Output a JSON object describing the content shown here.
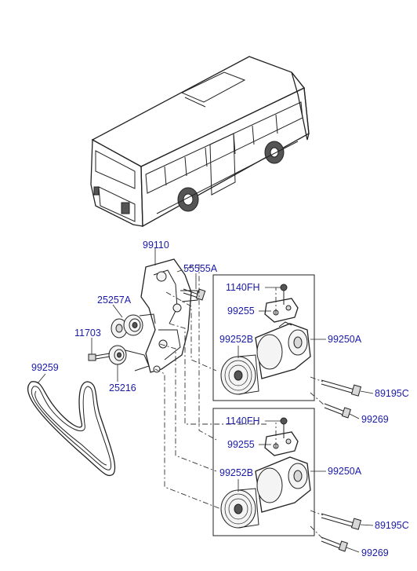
{
  "labels": {
    "bracket": "99110",
    "bracket_bolt": "55555A",
    "idler_assy": "25257A",
    "idler_bolt": "11703",
    "belt": "99259",
    "tensioner_pulley": "25216",
    "upper_bolt": "1140FH",
    "upper_mount": "99255",
    "upper_compressor": "99250A",
    "upper_clutch": "99252B",
    "upper_long_bolt": "89195C",
    "upper_short_bolt": "99269",
    "lower_bolt": "1140FH",
    "lower_mount": "99255",
    "lower_compressor": "99250A",
    "lower_clutch": "99252B",
    "lower_long_bolt": "89195C",
    "lower_short_bolt": "99269"
  }
}
